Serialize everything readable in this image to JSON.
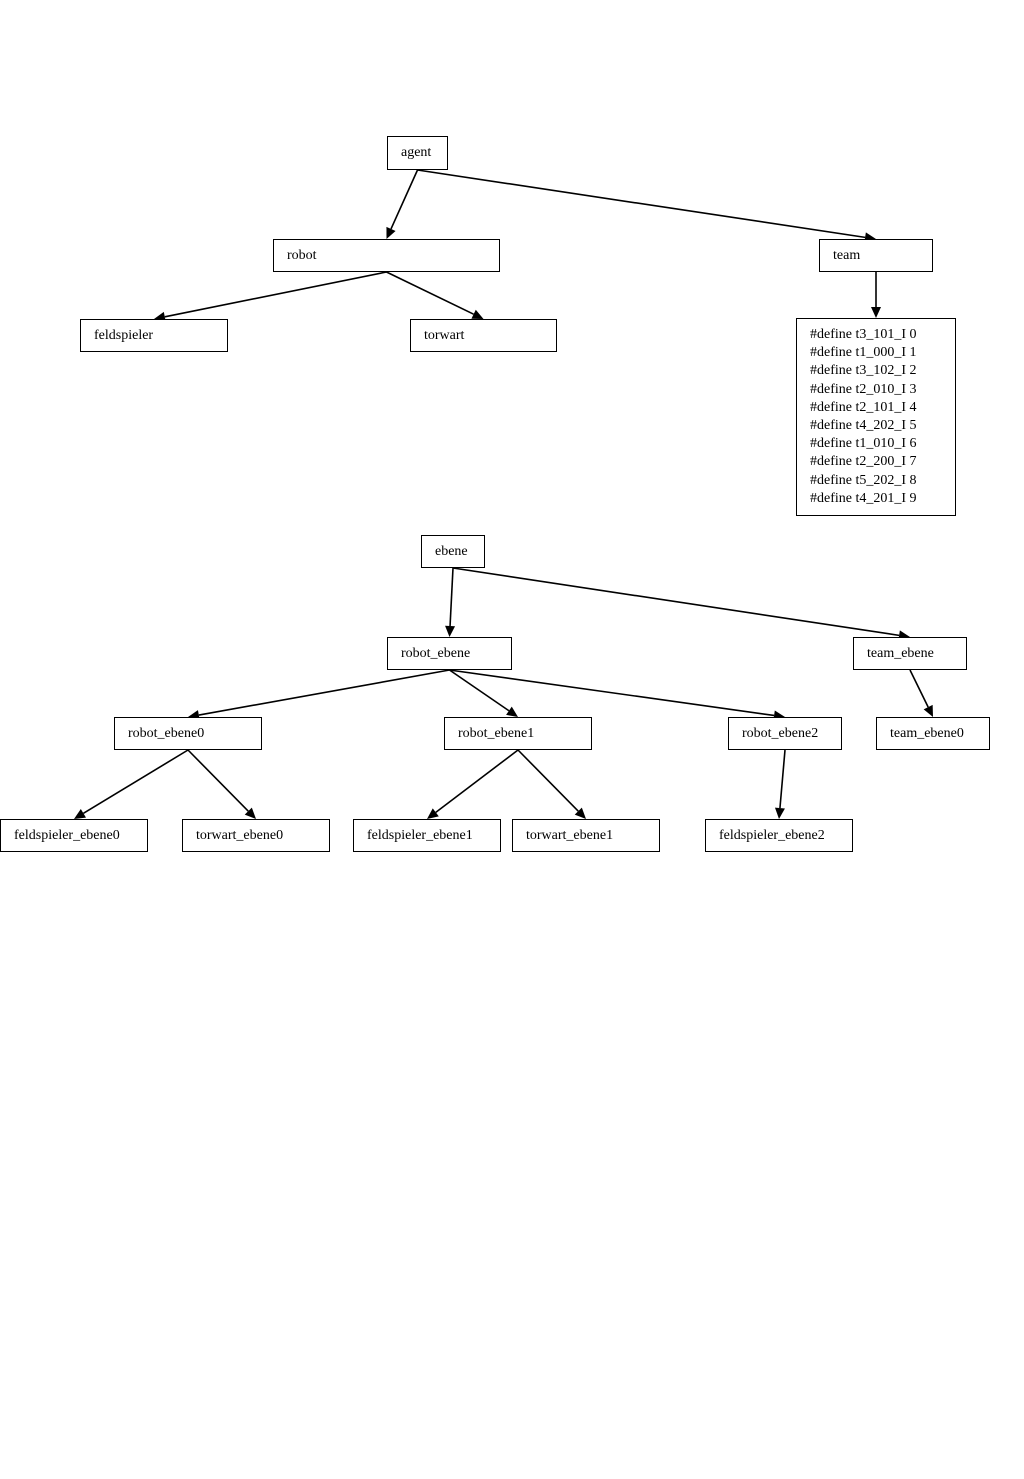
{
  "diagram": {
    "nodes": {
      "agent": "agent",
      "robot": "robot",
      "team": "team",
      "feldspieler": "feldspieler",
      "torwart": "torwart",
      "ebene": "ebene",
      "robot_ebene": "robot_ebene",
      "team_ebene": "team_ebene",
      "robot_ebene0": "robot_ebene0",
      "robot_ebene1": "robot_ebene1",
      "robot_ebene2": "robot_ebene2",
      "team_ebene0": "team_ebene0",
      "feldspieler_ebene0": "feldspieler_ebene0",
      "torwart_ebene0": "torwart_ebene0",
      "feldspieler_ebene1": "feldspieler_ebene1",
      "torwart_ebene1": "torwart_ebene1",
      "feldspieler_ebene2": "feldspieler_ebene2"
    },
    "defines": [
      "#define t3_101_I 0",
      "#define t1_000_I 1",
      "#define t3_102_I 2",
      "#define t2_010_I 3",
      "#define t2_101_I 4",
      "#define t4_202_I 5",
      "#define t1_010_I 6",
      "#define t2_200_I 7",
      "#define t5_202_I 8",
      "#define t4_201_I 9"
    ],
    "edges": [
      [
        "agent",
        "robot"
      ],
      [
        "agent",
        "team"
      ],
      [
        "robot",
        "feldspieler"
      ],
      [
        "robot",
        "torwart"
      ],
      [
        "team",
        "team_defines"
      ],
      [
        "ebene",
        "robot_ebene"
      ],
      [
        "ebene",
        "team_ebene"
      ],
      [
        "robot_ebene",
        "robot_ebene0"
      ],
      [
        "robot_ebene",
        "robot_ebene1"
      ],
      [
        "robot_ebene",
        "robot_ebene2"
      ],
      [
        "team_ebene",
        "team_ebene0"
      ],
      [
        "robot_ebene0",
        "feldspieler_ebene0"
      ],
      [
        "robot_ebene0",
        "torwart_ebene0"
      ],
      [
        "robot_ebene1",
        "feldspieler_ebene1"
      ],
      [
        "robot_ebene1",
        "torwart_ebene1"
      ],
      [
        "robot_ebene2",
        "feldspieler_ebene2"
      ]
    ]
  }
}
